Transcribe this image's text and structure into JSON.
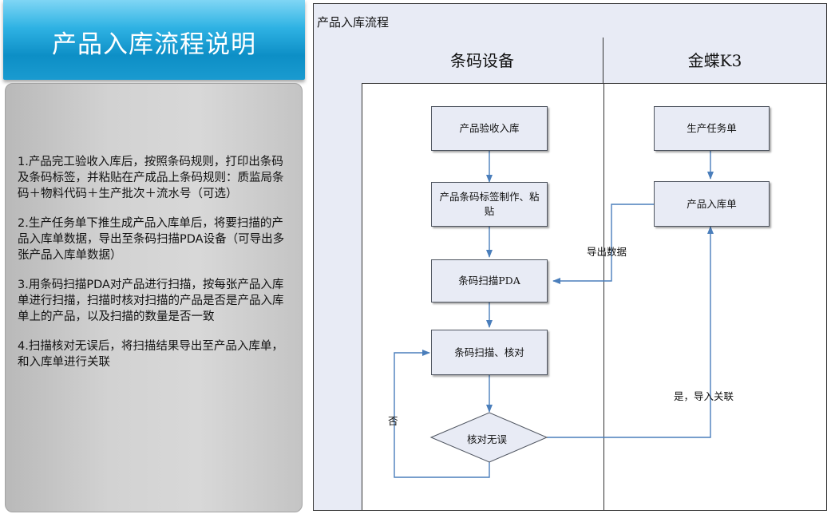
{
  "left_panel": {
    "title": "产品入库流程说明",
    "notes": [
      "1.产品完工验收入库后，按照条码规则，打印出条码及条码标签，并粘贴在产成品上条码规则：质监局条码＋物料代码＋生产批次＋流水号（可选）",
      "2.生产任务单下推生成产品入库单后，将要扫描的产品入库单数据，导出至条码扫描PDA设备（可导出多张产品入库单数据）",
      "3.用条码扫描PDA对产品进行扫描，按每张产品入库单进行扫描，扫描时核对扫描的产品是否是产品入库单上的产品，以及扫描的数量是否一致",
      "4.扫描核对无误后，将扫描结果导出至产品入库单，和入库单进行关联"
    ]
  },
  "diagram": {
    "title": "产品入库流程",
    "lanes": [
      "条码设备",
      "金蝶K3"
    ],
    "nodes": {
      "verify_in": "产品验收入库",
      "label_make": "产品条码标签制作、粘贴",
      "pda": "条码扫描PDA",
      "scan_check": "条码扫描、核对",
      "decision": "核对无误",
      "task_order": "生产任务单",
      "in_order": "产品入库单"
    },
    "edge_labels": {
      "export": "导出数据",
      "no": "否",
      "yes": "是，导入关联"
    },
    "colors": {
      "lane_fill": "#e8ebf5",
      "arrow": "#4a7ebb",
      "header_blue": "#1a9bd0",
      "panel_gray": "#d2d2d2"
    }
  }
}
